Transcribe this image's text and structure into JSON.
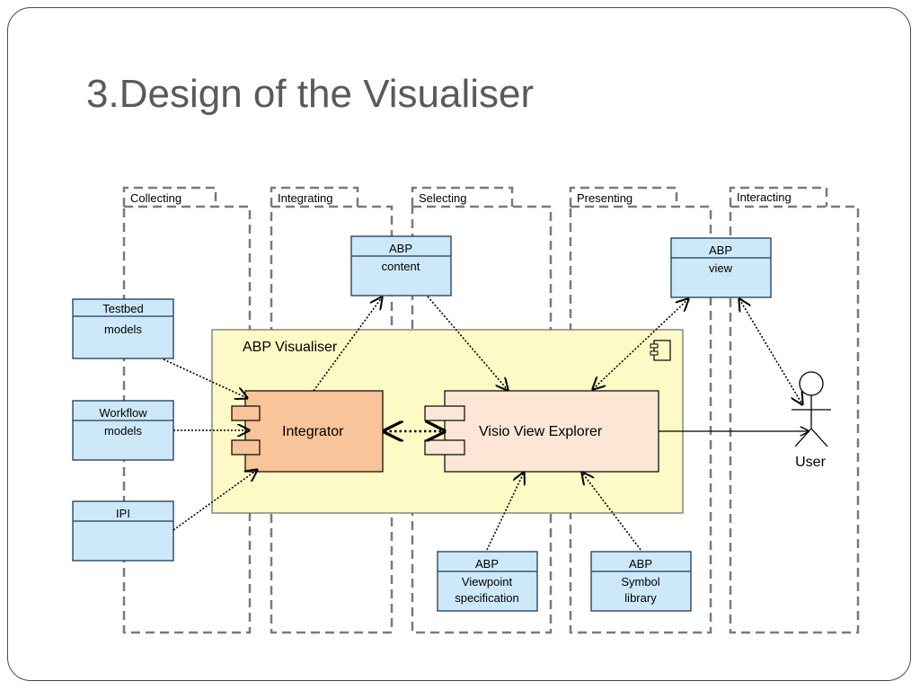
{
  "slide": {
    "title": "3.Design of the Visualiser"
  },
  "colors": {
    "box_fill": "#cde8f8",
    "box_stroke": "#1b3a5a",
    "visualiser_fill": "#fdfac6",
    "integrator_fill": "#f9c49a",
    "explorer_fill": "#fde6d6",
    "lane_stroke": "#7a7a7a"
  },
  "lanes": [
    "Collecting",
    "Integrating",
    "Selecting",
    "Presenting",
    "Interacting"
  ],
  "boxes": {
    "testbed": {
      "line1": "Testbed",
      "line2": "models"
    },
    "workflow": {
      "line1": "Workflow",
      "line2": "models"
    },
    "ipi": {
      "line1": "IPI"
    },
    "abp_content": {
      "line1": "ABP",
      "line2": "content"
    },
    "abp_view": {
      "line1": "ABP",
      "line2": "view"
    },
    "viewpoint": {
      "line1": "ABP",
      "line2": "Viewpoint",
      "line3": "specification"
    },
    "symbol": {
      "line1": "ABP",
      "line2": "Symbol",
      "line3": "library"
    }
  },
  "visualiser": {
    "label": "ABP Visualiser",
    "icon": "component-icon"
  },
  "components": {
    "integrator": {
      "label": "Integrator"
    },
    "explorer": {
      "label": "Visio View Explorer"
    }
  },
  "actor": {
    "label": "User"
  }
}
